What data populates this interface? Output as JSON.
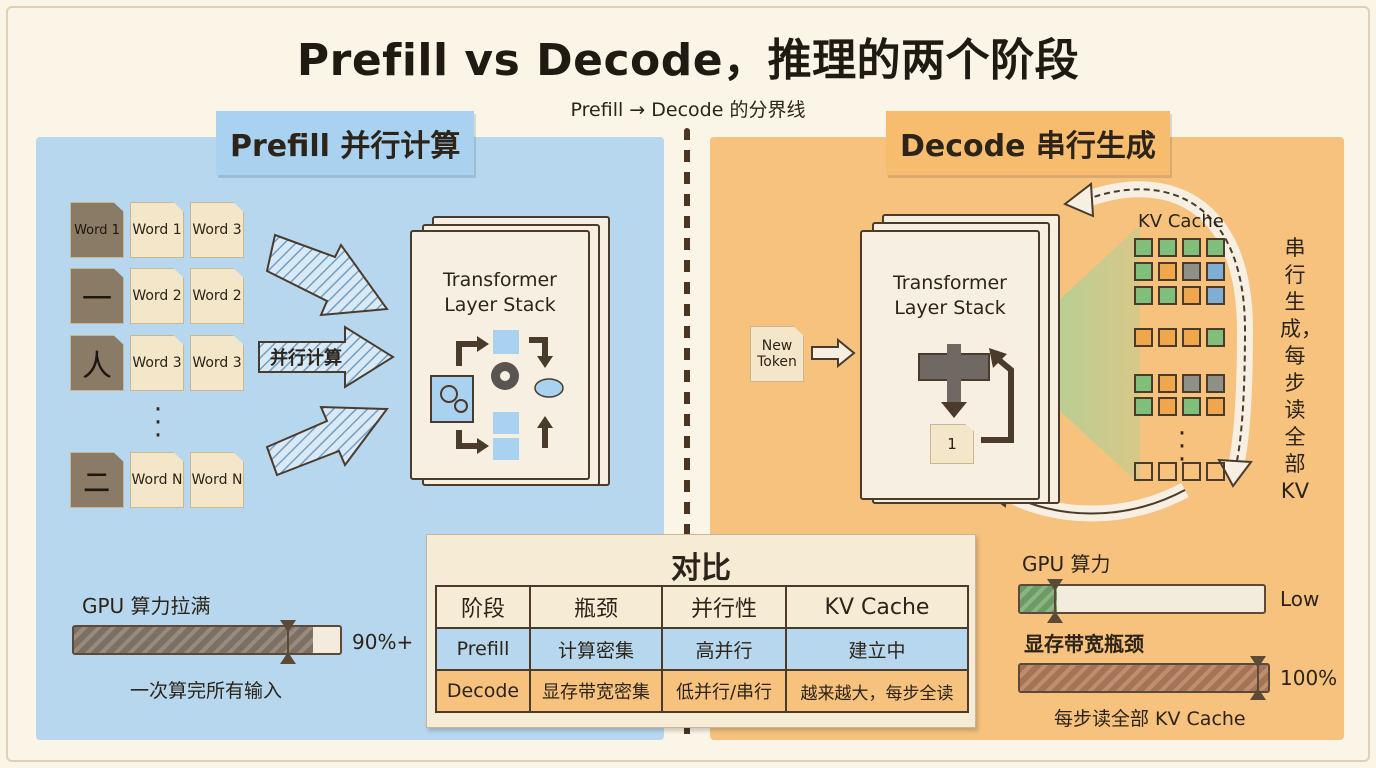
{
  "title": "Prefill vs Decode，推理的两个阶段",
  "divider_label": "Prefill → Decode 的分界线",
  "colors": {
    "background": "#fbf5e8",
    "prefill_panel": "#b7d7ef",
    "decode_panel": "#f6c27e",
    "kv_green": "#7fbf7a",
    "kv_orange": "#f0a64a",
    "kv_gray": "#8e8f86",
    "kv_blue": "#7eaed3"
  },
  "prefill": {
    "heading": "Prefill 并行计算",
    "token_columns": [
      [
        "Word 1",
        "一",
        "人",
        "ニ"
      ],
      [
        "Word 1",
        "Word 2",
        "Word 3",
        "Word N"
      ],
      [
        "Word 3",
        "Word 2",
        "Word 3",
        "Word N"
      ]
    ],
    "arrow_label": "并行计算",
    "stack_title_line1": "Transformer",
    "stack_title_line2": "Layer Stack",
    "gpu_label": "GPU 算力拉满",
    "gpu_value_label": "90%+",
    "gpu_fill": 0.9,
    "gpu_caption": "一次算完所有输入"
  },
  "decode": {
    "heading": "Decode 串行生成",
    "new_token_line1": "New",
    "new_token_line2": "Token",
    "stack_title_line1": "Transformer",
    "stack_title_line2": "Layer Stack",
    "output_token": "1",
    "kv_cache_label": "KV Cache",
    "loop_label": "串行生成，每步读全部KV",
    "gpu_label": "GPU 算力",
    "gpu_value_label": "Low",
    "gpu_fill": 0.15,
    "bandwidth_label": "显存带宽瓶颈",
    "bandwidth_value_label": "100%",
    "bandwidth_fill": 1.0,
    "bandwidth_caption": "每步读全部 KV Cache"
  },
  "comparison": {
    "title": "对比",
    "headers": [
      "阶段",
      "瓶颈",
      "并行性",
      "KV Cache"
    ],
    "rows": [
      [
        "Prefill",
        "计算密集",
        "高并行",
        "建立中"
      ],
      [
        "Decode",
        "显存带宽密集",
        "低并行/串行",
        "越来越大，每步全读"
      ]
    ]
  }
}
